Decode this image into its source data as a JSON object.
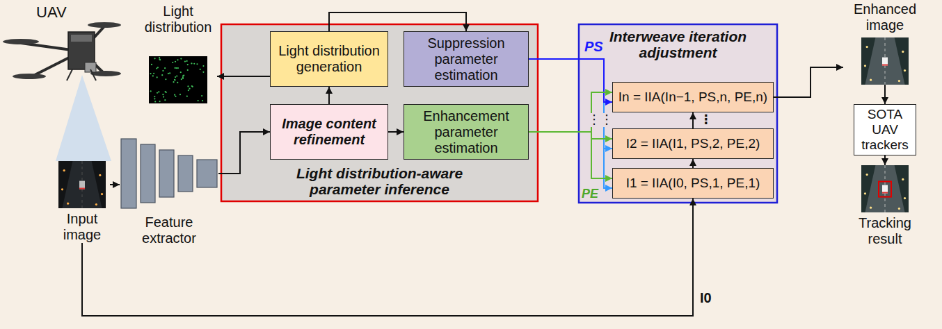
{
  "diagram": {
    "nodes": [
      {
        "text": [
          "Light distribution"
        ]
      },
      {
        "text": [
          "Input image"
        ]
      },
      {
        "text": [
          "Feature extractor"
        ]
      },
      {
        "text": [
          "Light distribution-aware parameter inference"
        ]
      },
      {
        "text": [
          "Light distribution generation"
        ],
        "in": 3
      },
      {
        "text": [
          "Suppression parameter estimation"
        ],
        "in": 3
      },
      {
        "text": [
          "Image content refinement"
        ],
        "in": 3
      },
      {
        "text": [
          "Enhancement parameter estimation"
        ],
        "in": 3
      },
      {
        "text": [
          "Interweave iteration adjustment"
        ]
      },
      {
        "text": [
          "In = IIA(In−1, PS,n, PE,n)"
        ],
        "in": 8
      },
      {
        "text": [
          "I2 = IIA(I1, PS,2, PE,2)"
        ],
        "in": 8
      },
      {
        "text": [
          "I1 = IIA(I0, PS,1, PE,1)"
        ],
        "in": 8
      },
      {
        "text": [
          "Enhanced image"
        ]
      },
      {
        "text": [
          "SOTA UAV trackers"
        ]
      },
      {
        "text": [
          "Tracking result"
        ]
      }
    ],
    "edges": [
      {
        "from": 1,
        "to": 2,
        "arrow": "to"
      },
      {
        "from": 2,
        "to": 6,
        "arrow": "to"
      },
      {
        "from": 6,
        "to": 4,
        "arrow": "to"
      },
      {
        "from": 6,
        "to": 7,
        "arrow": "to"
      },
      {
        "from": 4,
        "to": 0,
        "arrow": "to"
      },
      {
        "from": 4,
        "to": 5,
        "arrow": "to"
      },
      {
        "from": 5,
        "to": 11,
        "arrow": "to"
      },
      {
        "from": 5,
        "to": 10,
        "arrow": "to"
      },
      {
        "from": 5,
        "to": 9,
        "arrow": "to"
      },
      {
        "from": 7,
        "to": 11,
        "arrow": "to"
      },
      {
        "from": 7,
        "to": 10,
        "arrow": "to"
      },
      {
        "from": 7,
        "to": 9,
        "arrow": "to"
      },
      {
        "from": 1,
        "to": 11,
        "arrow": "to",
        "label": "I0"
      },
      {
        "from": 11,
        "to": 10,
        "arrow": "to"
      },
      {
        "from": 10,
        "to": 9,
        "arrow": "to"
      },
      {
        "from": 9,
        "to": 12,
        "arrow": "to"
      },
      {
        "from": 12,
        "to": 13,
        "arrow": "to"
      },
      {
        "from": 13,
        "to": 14,
        "arrow": "to"
      }
    ],
    "labels": [
      "UAV",
      "PS",
      "PE",
      "⋮",
      "⋮",
      "⋮"
    ]
  }
}
